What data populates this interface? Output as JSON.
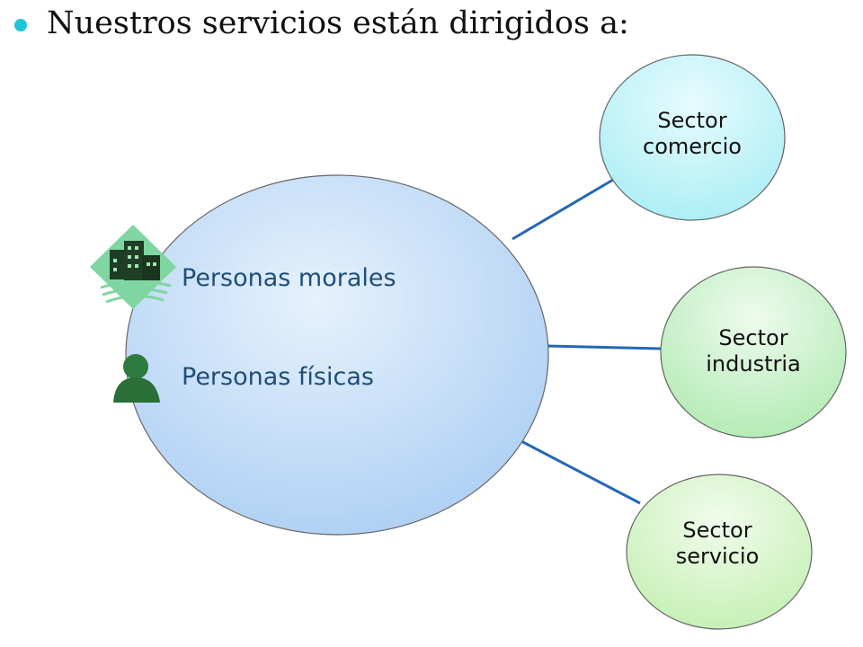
{
  "title": "Nuestros servicios están dirigidos a:",
  "center": {
    "items": [
      {
        "label": "Personas morales",
        "icon": "buildings-icon"
      },
      {
        "label": "Personas físicas",
        "icon": "person-icon"
      }
    ]
  },
  "sectors": [
    {
      "line1": "Sector",
      "line2": "comercio"
    },
    {
      "line1": "Sector",
      "line2": "industria"
    },
    {
      "line1": "Sector",
      "line2": "servicio"
    }
  ],
  "colors": {
    "bullet": "#22c4d8",
    "connector": "#2468b4",
    "center_fill": "#bcd9f5",
    "comercio_fill": "#bff3f8",
    "industria_fill": "#c8f0c8",
    "servicio_fill": "#d6f5c8"
  }
}
